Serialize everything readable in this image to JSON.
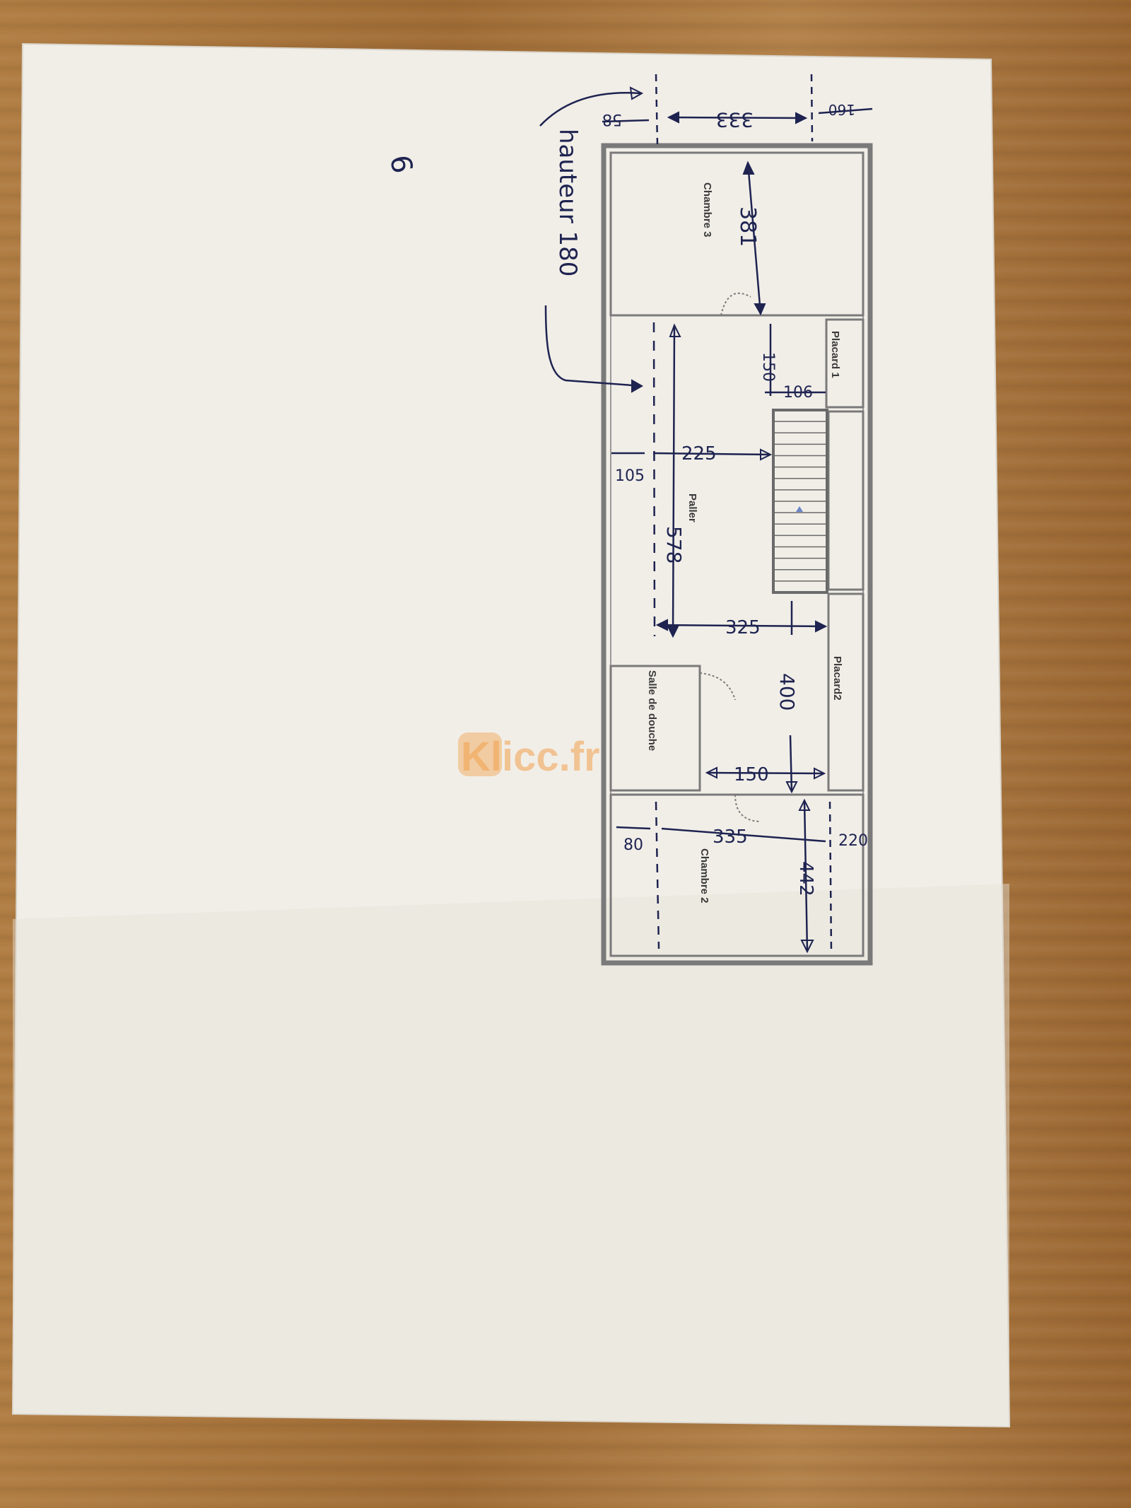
{
  "rooms": {
    "chambre3": "Chambre 3",
    "placard1": "Placard 1",
    "paller": "Paller",
    "placard2": "Placard2",
    "salle_de_douche": "Salle de douche",
    "chambre2": "Chambre 2"
  },
  "handwritten": {
    "hauteur": "hauteur 180",
    "page_number": "6",
    "d58": "58",
    "d333": "333",
    "d160": "160",
    "d381": "381",
    "d150_top": "150",
    "d106": "106",
    "d225": "225",
    "d105": "105",
    "d578": "578",
    "d325": "325",
    "d400": "400",
    "d150_bottom": "150",
    "d335": "335",
    "d80": "80",
    "d220": "220",
    "d442": "442"
  },
  "watermark": "Klicc.fr",
  "colors": {
    "paper": "#f2efe9",
    "wall": "#777777",
    "ink": "#1e2350",
    "watermark": "#f2a14d"
  }
}
